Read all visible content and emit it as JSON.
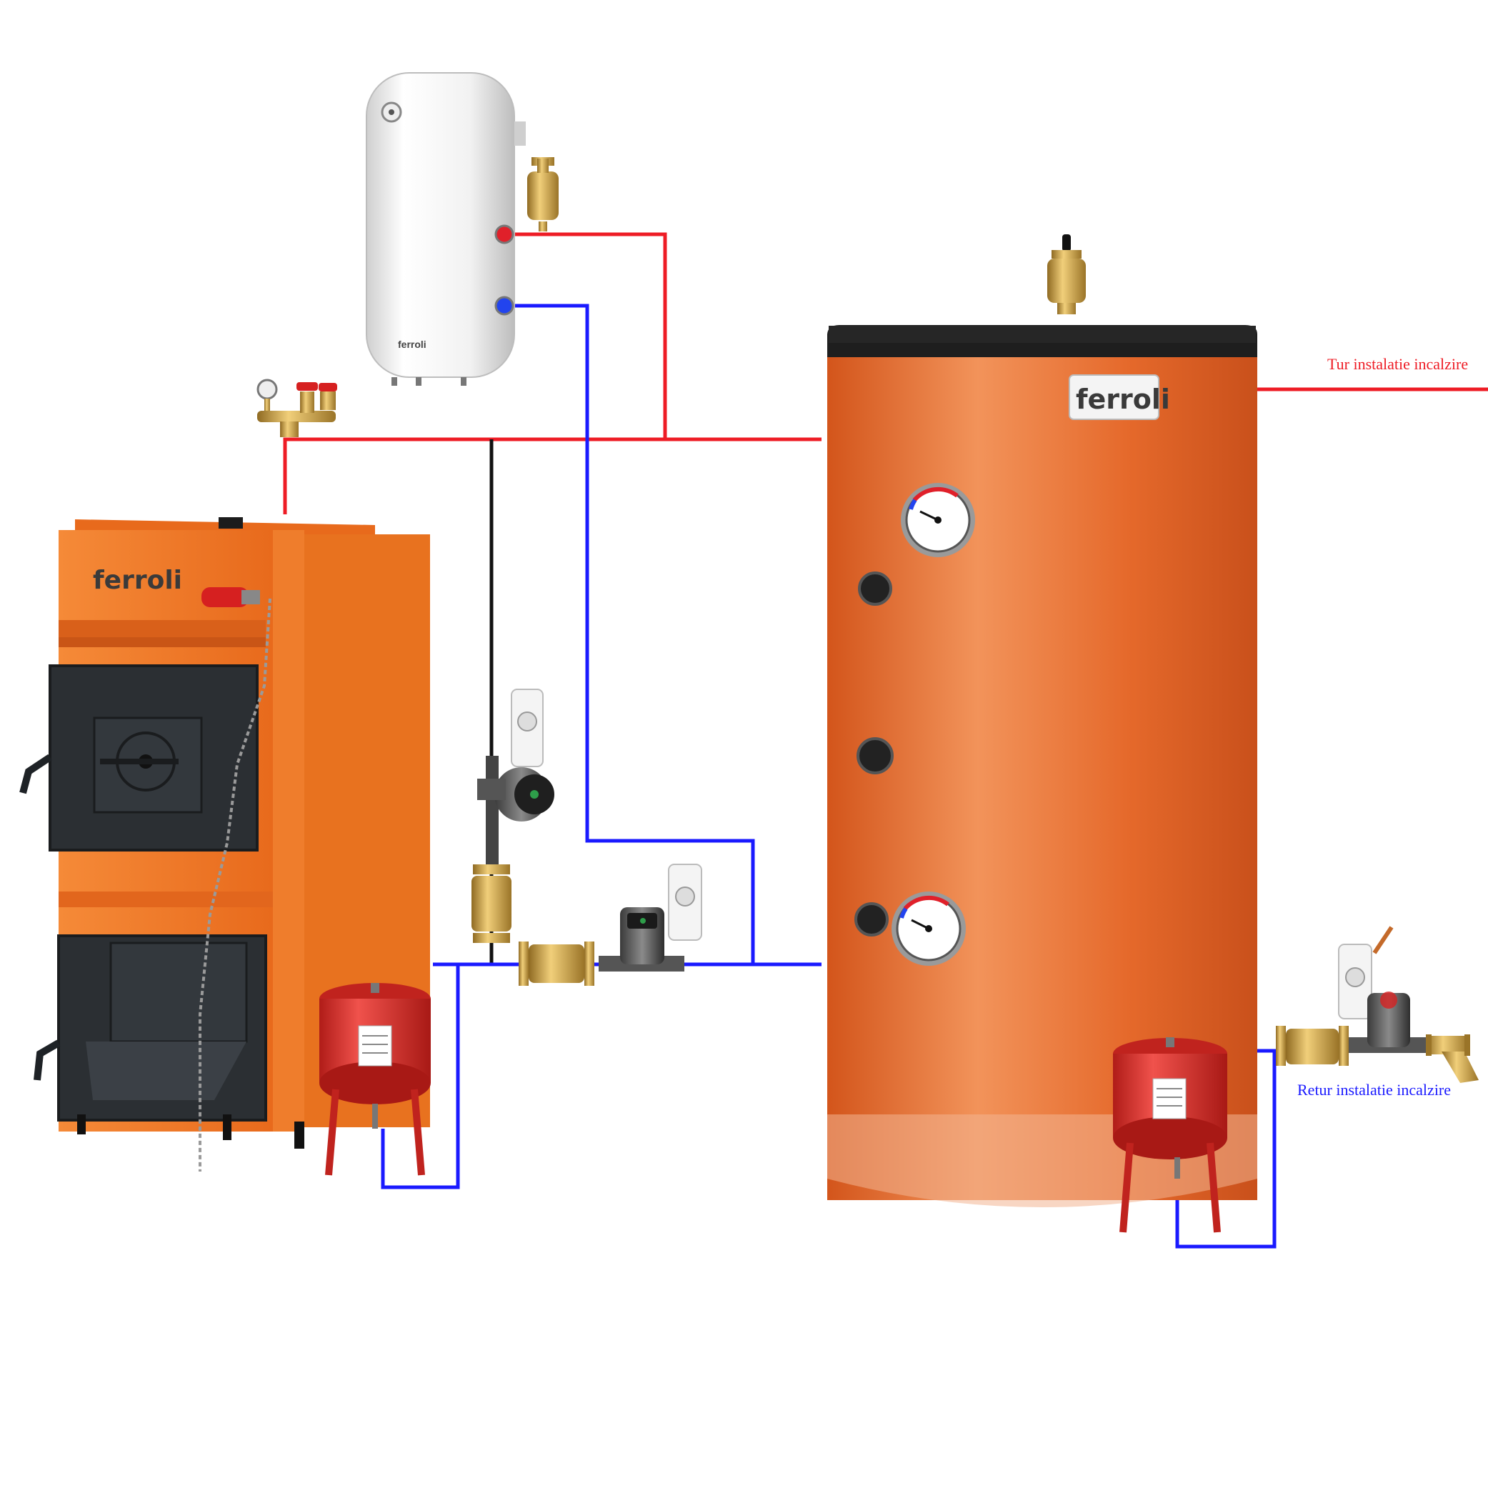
{
  "brand": {
    "name": "ferroli",
    "mini": "ferroli"
  },
  "labels": {
    "supply": "Tur instalatie incalzire",
    "return": "Retur instalatie incalzire"
  },
  "colors": {
    "hot_pipe": "#ee1c25",
    "cold_pipe": "#1a1aff",
    "neutral_pipe": "#111111",
    "boiler_orange": "#f07a2a",
    "tank_orange": "#e5682a",
    "vessel_red": "#d92b26",
    "brass": "#c9a04a"
  },
  "components": {
    "boiler": "solid-fuel-boiler",
    "water_heater": "electric-water-heater",
    "buffer_tank": "buffer-storage-tank",
    "expansion_vessels": 2,
    "circulation_pumps": 3
  }
}
